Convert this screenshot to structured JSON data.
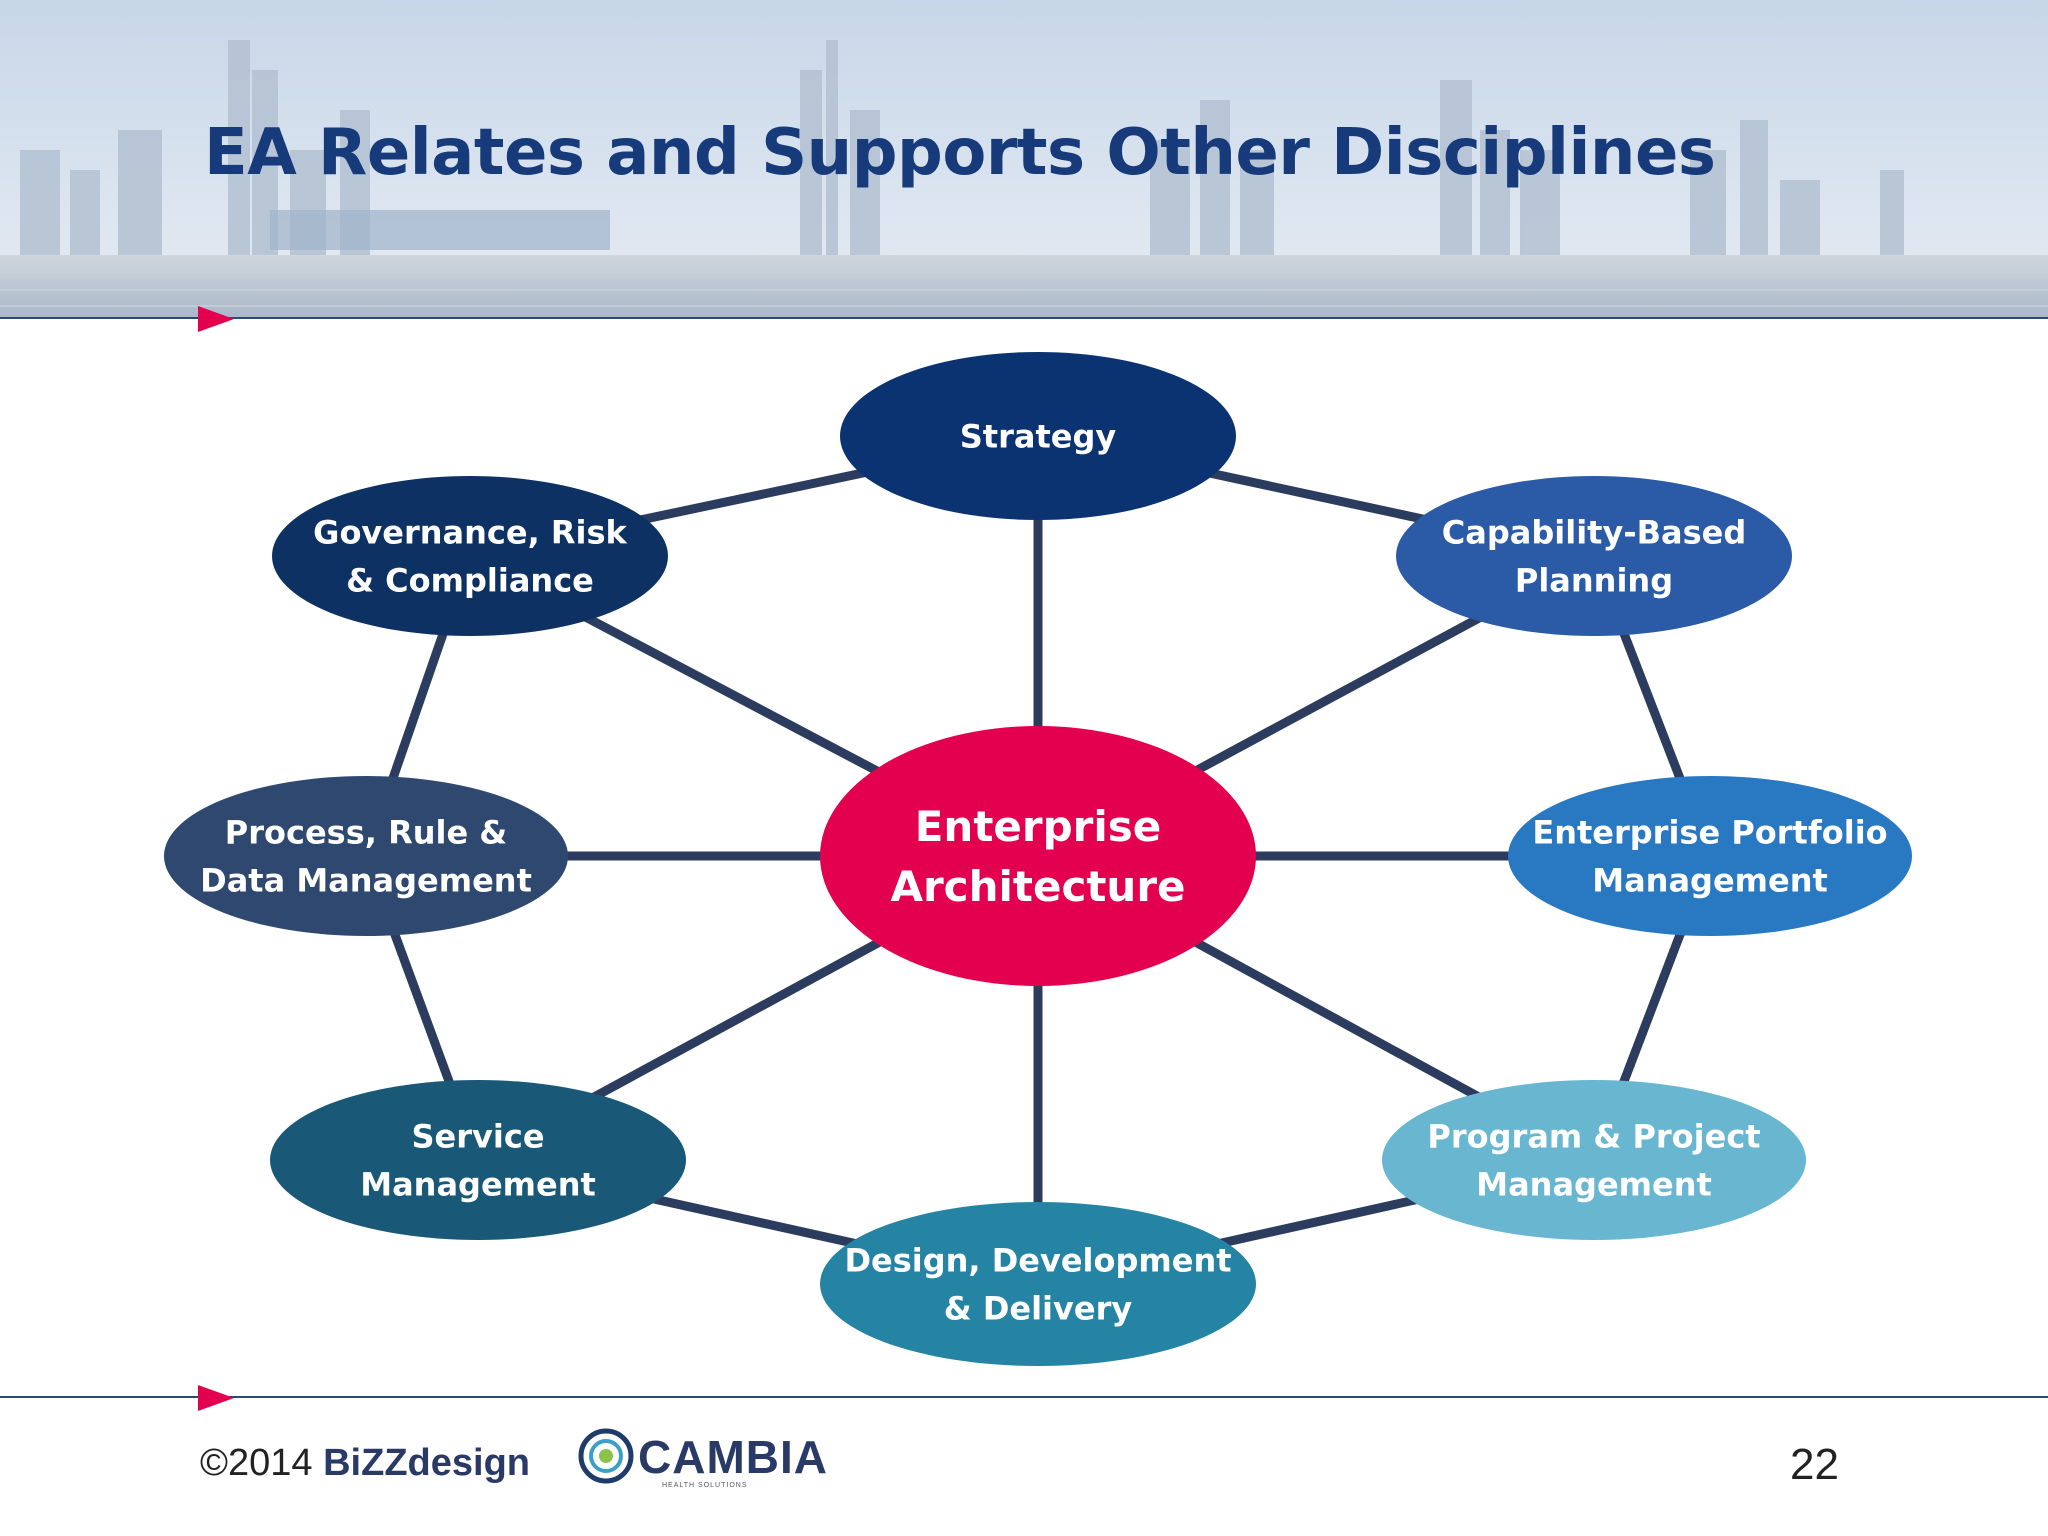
{
  "slide": {
    "title": "EA Relates and Supports Other Disciplines",
    "page_number": "22"
  },
  "diagram": {
    "center": {
      "lines": [
        "Enterprise",
        "Architecture"
      ],
      "color": "#e2004f"
    },
    "nodes": [
      {
        "id": "strategy",
        "lines": [
          "Strategy"
        ],
        "color": "#0b3372"
      },
      {
        "id": "capability",
        "lines": [
          "Capability-Based",
          "Planning"
        ],
        "color": "#2b5aa6"
      },
      {
        "id": "portfolio",
        "lines": [
          "Enterprise Portfolio",
          "Management"
        ],
        "color": "#2878c2"
      },
      {
        "id": "program",
        "lines": [
          "Program & Project",
          "Management"
        ],
        "color": "#68b6d0"
      },
      {
        "id": "design",
        "lines": [
          "Design, Development",
          "& Delivery"
        ],
        "color": "#2583a4"
      },
      {
        "id": "service",
        "lines": [
          "Service",
          "Management"
        ],
        "color": "#1a5878"
      },
      {
        "id": "process",
        "lines": [
          "Process, Rule &",
          "Data Management"
        ],
        "color": "#2e4870"
      },
      {
        "id": "governance",
        "lines": [
          "Governance, Risk",
          "& Compliance"
        ],
        "color": "#0e3163"
      }
    ],
    "connector_color": "#2b3c5e"
  },
  "footer": {
    "copyright": "©2014",
    "brand": "BiZZdesign",
    "partner_logo_text": "CAMBIA",
    "partner_logo_subtext": "HEALTH SOLUTIONS"
  }
}
